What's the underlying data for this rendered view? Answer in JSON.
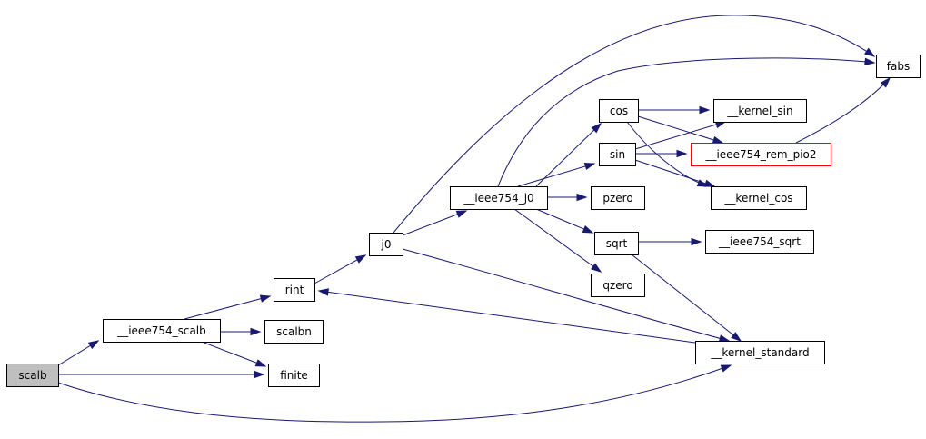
{
  "graph": {
    "nodes": {
      "scalb": {
        "label": "scalb",
        "fill": "#bfbfbf",
        "stroke": "#000000"
      },
      "ieee754_scalb": {
        "label": "__ieee754_scalb",
        "fill": "#ffffff",
        "stroke": "#000000"
      },
      "rint": {
        "label": "rint",
        "fill": "#ffffff",
        "stroke": "#000000"
      },
      "scalbn": {
        "label": "scalbn",
        "fill": "#ffffff",
        "stroke": "#000000"
      },
      "finite": {
        "label": "finite",
        "fill": "#ffffff",
        "stroke": "#000000"
      },
      "j0": {
        "label": "j0",
        "fill": "#ffffff",
        "stroke": "#000000"
      },
      "ieee754_j0": {
        "label": "__ieee754_j0",
        "fill": "#ffffff",
        "stroke": "#000000"
      },
      "cos": {
        "label": "cos",
        "fill": "#ffffff",
        "stroke": "#000000"
      },
      "sin": {
        "label": "sin",
        "fill": "#ffffff",
        "stroke": "#000000"
      },
      "pzero": {
        "label": "pzero",
        "fill": "#ffffff",
        "stroke": "#000000"
      },
      "sqrt": {
        "label": "sqrt",
        "fill": "#ffffff",
        "stroke": "#000000"
      },
      "qzero": {
        "label": "qzero",
        "fill": "#ffffff",
        "stroke": "#000000"
      },
      "kernel_sin": {
        "label": "__kernel_sin",
        "fill": "#ffffff",
        "stroke": "#000000"
      },
      "ieee754_rem_pio2": {
        "label": "__ieee754_rem_pio2",
        "fill": "#ffffff",
        "stroke": "#ff0000"
      },
      "kernel_cos": {
        "label": "__kernel_cos",
        "fill": "#ffffff",
        "stroke": "#000000"
      },
      "ieee754_sqrt": {
        "label": "__ieee754_sqrt",
        "fill": "#ffffff",
        "stroke": "#000000"
      },
      "kernel_standard": {
        "label": "__kernel_standard",
        "fill": "#ffffff",
        "stroke": "#000000"
      },
      "fabs": {
        "label": "fabs",
        "fill": "#ffffff",
        "stroke": "#000000"
      }
    },
    "edges": [
      {
        "from": "scalb",
        "to": "ieee754_scalb"
      },
      {
        "from": "scalb",
        "to": "finite"
      },
      {
        "from": "scalb",
        "to": "kernel_standard"
      },
      {
        "from": "ieee754_scalb",
        "to": "rint"
      },
      {
        "from": "ieee754_scalb",
        "to": "scalbn"
      },
      {
        "from": "ieee754_scalb",
        "to": "finite"
      },
      {
        "from": "rint",
        "to": "j0"
      },
      {
        "from": "j0",
        "to": "ieee754_j0"
      },
      {
        "from": "j0",
        "to": "fabs"
      },
      {
        "from": "j0",
        "to": "kernel_standard"
      },
      {
        "from": "ieee754_j0",
        "to": "cos"
      },
      {
        "from": "ieee754_j0",
        "to": "sin"
      },
      {
        "from": "ieee754_j0",
        "to": "pzero"
      },
      {
        "from": "ieee754_j0",
        "to": "sqrt"
      },
      {
        "from": "ieee754_j0",
        "to": "qzero"
      },
      {
        "from": "ieee754_j0",
        "to": "fabs"
      },
      {
        "from": "cos",
        "to": "kernel_sin"
      },
      {
        "from": "cos",
        "to": "ieee754_rem_pio2"
      },
      {
        "from": "cos",
        "to": "kernel_cos"
      },
      {
        "from": "sin",
        "to": "kernel_sin"
      },
      {
        "from": "sin",
        "to": "ieee754_rem_pio2"
      },
      {
        "from": "sin",
        "to": "kernel_cos"
      },
      {
        "from": "sqrt",
        "to": "ieee754_sqrt"
      },
      {
        "from": "sqrt",
        "to": "kernel_standard"
      },
      {
        "from": "ieee754_rem_pio2",
        "to": "fabs"
      },
      {
        "from": "kernel_standard",
        "to": "rint"
      }
    ],
    "edge_color": "#191970"
  }
}
